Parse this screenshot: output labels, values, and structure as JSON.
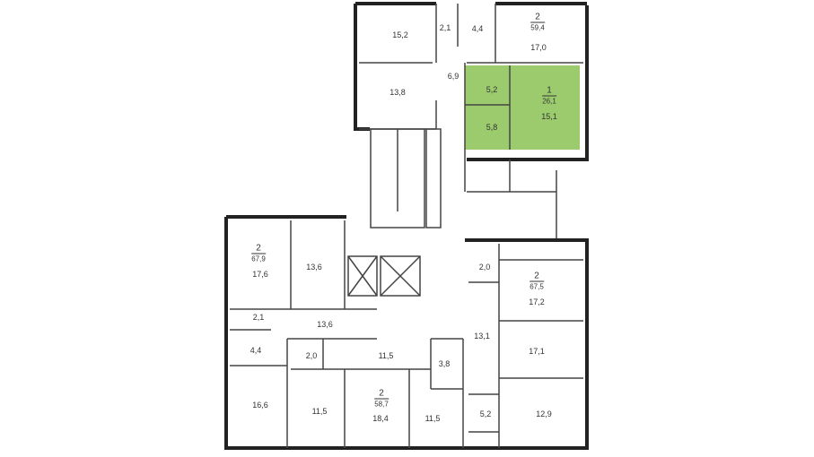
{
  "highlight_color": "#9ccb6e",
  "apartments": [
    {
      "rooms": "2",
      "area": "59,4"
    },
    {
      "rooms": "1",
      "area": "26,1"
    },
    {
      "rooms": "2",
      "area": "67,9"
    },
    {
      "rooms": "2",
      "area": "67,5"
    },
    {
      "rooms": "2",
      "area": "58,7"
    }
  ],
  "rooms": {
    "r1": "15,2",
    "r2": "2,1",
    "r3": "4,4",
    "r4": "17,0",
    "r5": "6,9",
    "r6": "13,8",
    "r7": "5,2",
    "r8": "15,1",
    "r9": "5,8",
    "r10": "17,6",
    "r11": "13,6",
    "r12": "2,1",
    "r13": "13,6",
    "r14": "4,4",
    "r15": "2,0",
    "r16": "2,0",
    "r17": "17,2",
    "r18": "13,1",
    "r19": "17,1",
    "r20": "11,5",
    "r21": "3,8",
    "r22": "16,6",
    "r23": "11,5",
    "r24": "18,4",
    "r25": "11,5",
    "r26": "5,2",
    "r27": "12,9"
  }
}
